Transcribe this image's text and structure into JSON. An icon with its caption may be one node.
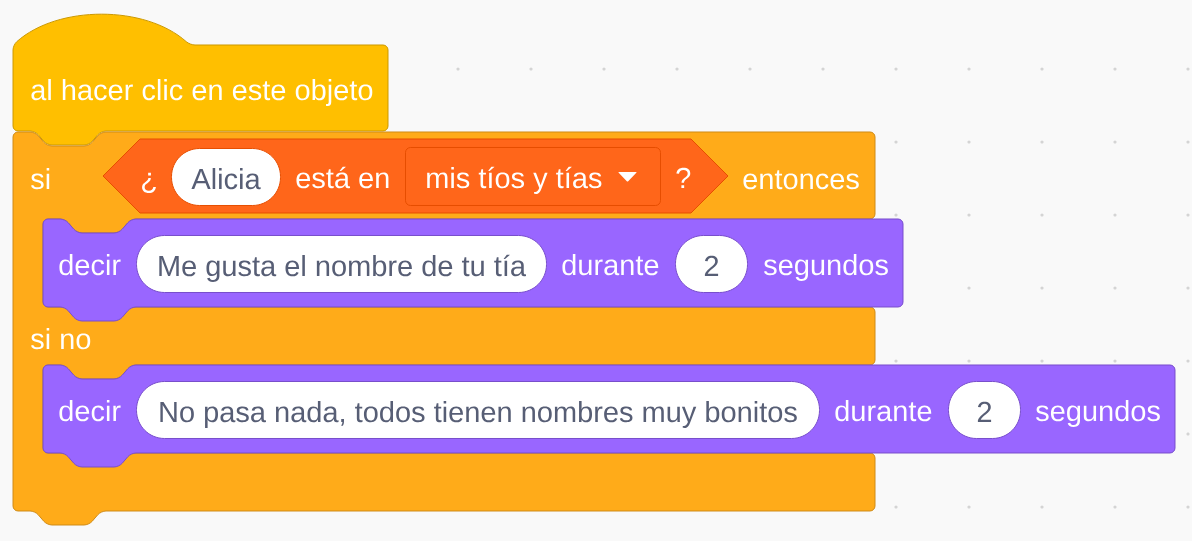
{
  "diagram": {
    "nodes": [
      {
        "text": [
          "al hacer clic en este objeto"
        ]
      },
      {
        "text": [
          "si",
          "entonces",
          "si no"
        ]
      },
      {
        "text": [
          "¿",
          "está en",
          "?"
        ],
        "in": 1
      },
      {
        "text": [
          "Alicia"
        ],
        "in": 2
      },
      {
        "text": [
          "mis tíos y tías"
        ],
        "in": 2
      },
      {
        "text": [
          "decir",
          "durante",
          "segundos"
        ]
      },
      {
        "text": [
          "Me gusta el nombre de tu tía"
        ],
        "in": 5
      },
      {
        "text": [
          "2"
        ],
        "in": 5
      },
      {
        "text": [
          "decir",
          "durante",
          "segundos"
        ]
      },
      {
        "text": [
          "No pasa nada, todos tienen nombres muy bonitos"
        ],
        "in": 8
      },
      {
        "text": [
          "2"
        ],
        "in": 8
      }
    ]
  }
}
